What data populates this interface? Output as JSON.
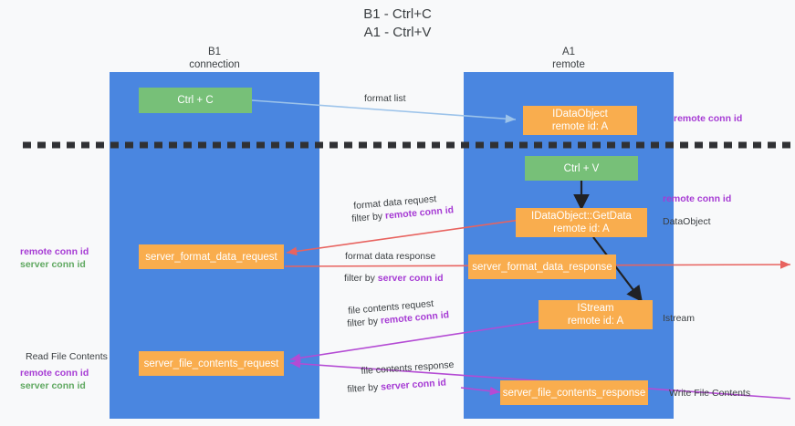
{
  "title": "B1 - Ctrl+C\nA1 - Ctrl+V",
  "colors": {
    "lane": "#4a86e0",
    "green_node": "#77c078",
    "orange_node": "#f9ad4e",
    "remote_conn_id": "#a63bd4",
    "server_conn_id": "#5fa860",
    "arrow_blue": "#9cc3ea",
    "arrow_red": "#e8635f",
    "arrow_purple": "#b44bd4",
    "arrow_black": "#202124",
    "background": "#f8f9fa"
  },
  "columns": [
    {
      "name": "B1\nconnection"
    },
    {
      "name": "A1\nremote"
    }
  ],
  "nodes": [
    {
      "id": "ctrl-c",
      "label": "Ctrl + C",
      "kind": "green"
    },
    {
      "id": "idataobject",
      "label": "IDataObject\nremote id: A",
      "kind": "orange"
    },
    {
      "id": "ctrl-v",
      "label": "Ctrl + V",
      "kind": "green"
    },
    {
      "id": "idataobject-getdata",
      "label": "IDataObject::GetData\nremote id: A",
      "kind": "orange"
    },
    {
      "id": "server-format-data-request",
      "label": "server_format_data_request",
      "kind": "orange"
    },
    {
      "id": "server-format-data-response",
      "label": "server_format_data_response",
      "kind": "orange"
    },
    {
      "id": "istream",
      "label": "IStream\nremote id: A",
      "kind": "orange"
    },
    {
      "id": "server-file-contents-request",
      "label": "server_file_contents_request",
      "kind": "orange"
    },
    {
      "id": "server-file-contents-response",
      "label": "server_file_contents_response",
      "kind": "orange"
    }
  ],
  "edge_labels": {
    "format_list": "format list",
    "format_data_request": "format data request",
    "format_data_request_filter_prefix": "filter by ",
    "format_data_request_filter_key": "remote conn id",
    "format_data_response": "format data response",
    "format_data_response_filter_prefix": "filter by ",
    "format_data_response_filter_key": "server conn id",
    "file_contents_request": "file contents request",
    "file_contents_request_filter_prefix": "filter by ",
    "file_contents_request_filter_key": "remote conn id",
    "file_contents_response": "file contents response",
    "file_contents_response_filter_prefix": "filter by ",
    "file_contents_response_filter_key": "server conn id"
  },
  "annotations": {
    "right_remote_conn_id_top": "remote conn id",
    "right_remote_conn_id_mid": "remote conn id",
    "right_dataobject": "DataObject",
    "right_istream": "Istream",
    "right_write_file_contents": "Write File Contents",
    "left_remote_conn_id_mid": "remote conn id",
    "left_server_conn_id_mid": "server conn id",
    "left_read_file_contents": "Read File Contents",
    "left_remote_conn_id_bottom": "remote conn id",
    "left_server_conn_id_bottom": "server conn id"
  }
}
